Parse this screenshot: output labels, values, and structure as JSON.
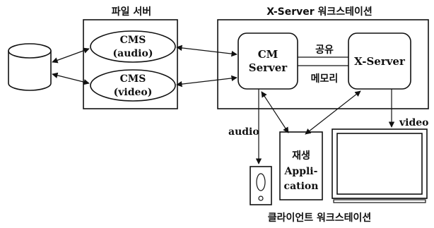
{
  "labels": {
    "file_server": "파일 서버",
    "xserver_ws": "X-Server 워크스테이션",
    "client_ws": "클라이언트 워크스테이션",
    "cms_audio_line1": "CMS",
    "cms_audio_line2": "(audio)",
    "cms_video_line1": "CMS",
    "cms_video_line2": "(video)",
    "cm_server_line1": "CM",
    "cm_server_line2": "Server",
    "xserver": "X-Server",
    "shared_top": "공유",
    "shared_bottom": "메모리",
    "audio": "audio",
    "video": "video",
    "app_line1": "재생",
    "app_line2": "Appli-",
    "app_line3": "cation"
  }
}
